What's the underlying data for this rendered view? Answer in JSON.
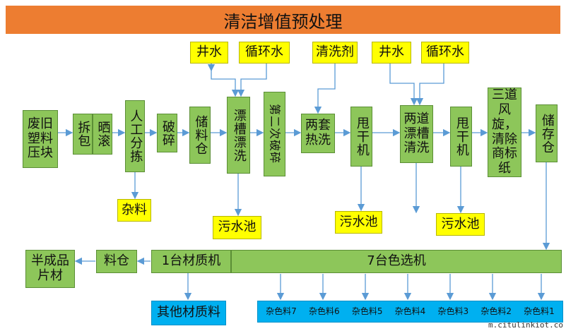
{
  "title": "清洁增值预处理",
  "process": {
    "old_bale": "废旧塑料压块",
    "unpack": "拆包",
    "sun_roll": "晒滚",
    "manual_sort": "人工分拣",
    "crush": "破碎",
    "storage_bin": "储料仓",
    "rinse_tank": "漂槽漂洗",
    "second_crush": "第二次破碎",
    "hot_wash": "两套热洗",
    "spin_dry_1": "甩干机",
    "two_rinse": "两道漂槽清洗",
    "spin_dry_2": "甩干机",
    "cyclone": "三道风旋，清除商标纸",
    "store": "储存仓"
  },
  "inputs": {
    "well_water_1": "井水",
    "recycle_water_1": "循环水",
    "detergent": "清洗剂",
    "well_water_2": "井水",
    "recycle_water_2": "循环水"
  },
  "outputs": {
    "sundries": "杂料",
    "sewage_1": "污水池",
    "sewage_2": "污水池",
    "sewage_3": "污水池"
  },
  "bottom": {
    "color_sorter": "7台色选机",
    "material_sorter": "1台材质机",
    "bin": "料仓",
    "semi_product": "半成品片材",
    "other_material": "其他材质料",
    "mixed": [
      "杂色料7",
      "杂色料6",
      "杂色料5",
      "杂色料4",
      "杂色料3",
      "杂色料2",
      "杂色料1"
    ]
  },
  "colors": {
    "green": "#8dc65a",
    "yellow": "#ffff00",
    "blue": "#00b0f0",
    "orange": "#ed7d31",
    "arrow": "#5b9bd5"
  },
  "watermark": "m.citulinkiot.co"
}
